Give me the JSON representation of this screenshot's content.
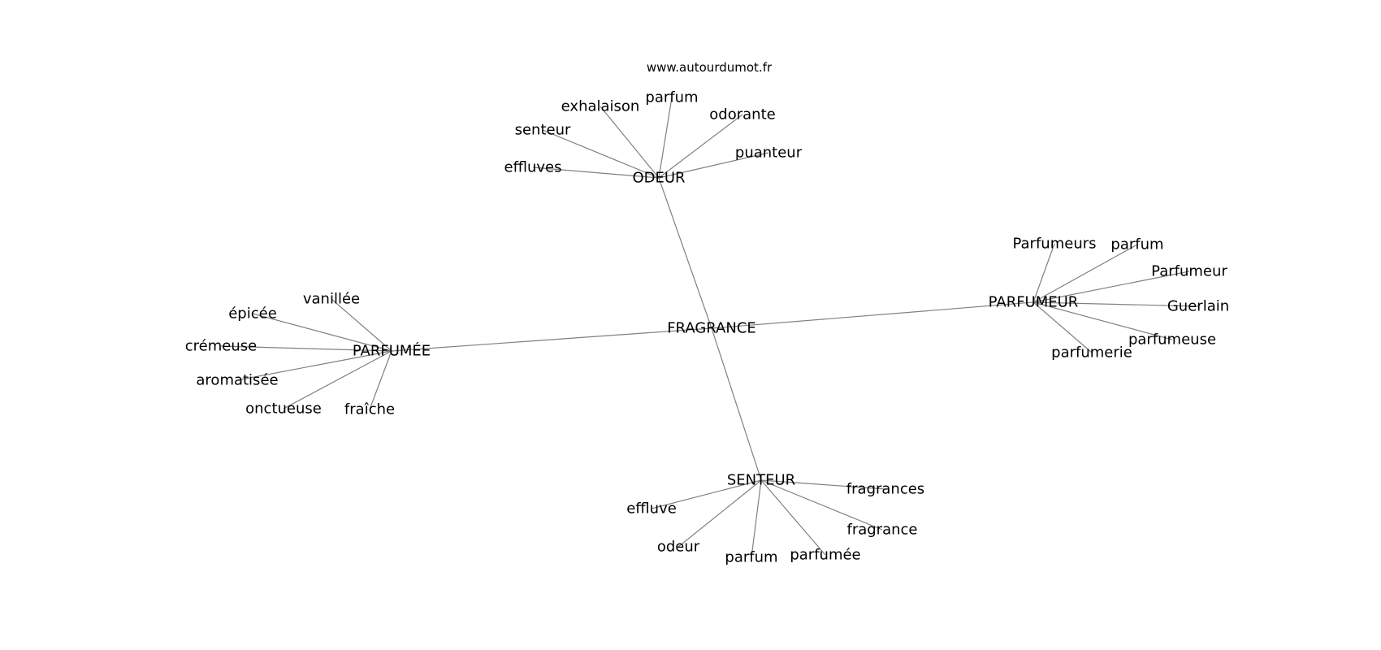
{
  "credit": "www.autourdumot.fr",
  "graph": {
    "center": "FRAGRANCE",
    "hubs": [
      {
        "id": "odeur",
        "label": "ODEUR",
        "leaves": [
          "exhalaison",
          "parfum",
          "odorante",
          "senteur",
          "puanteur",
          "effluves"
        ]
      },
      {
        "id": "parfumeur",
        "label": "PARFUMEUR",
        "leaves": [
          "Parfumeurs",
          "parfum",
          "Parfumeur",
          "Guerlain",
          "parfumeuse",
          "parfumerie"
        ]
      },
      {
        "id": "parfumee",
        "label": "PARFUMÉE",
        "leaves": [
          "vanillée",
          "épicée",
          "crémeuse",
          "aromatisée",
          "onctueuse",
          "fraîche"
        ]
      },
      {
        "id": "senteur",
        "label": "SENTEUR",
        "leaves": [
          "fragrances",
          "effluve",
          "fragrance",
          "odeur",
          "parfum",
          "parfumée"
        ]
      }
    ]
  }
}
